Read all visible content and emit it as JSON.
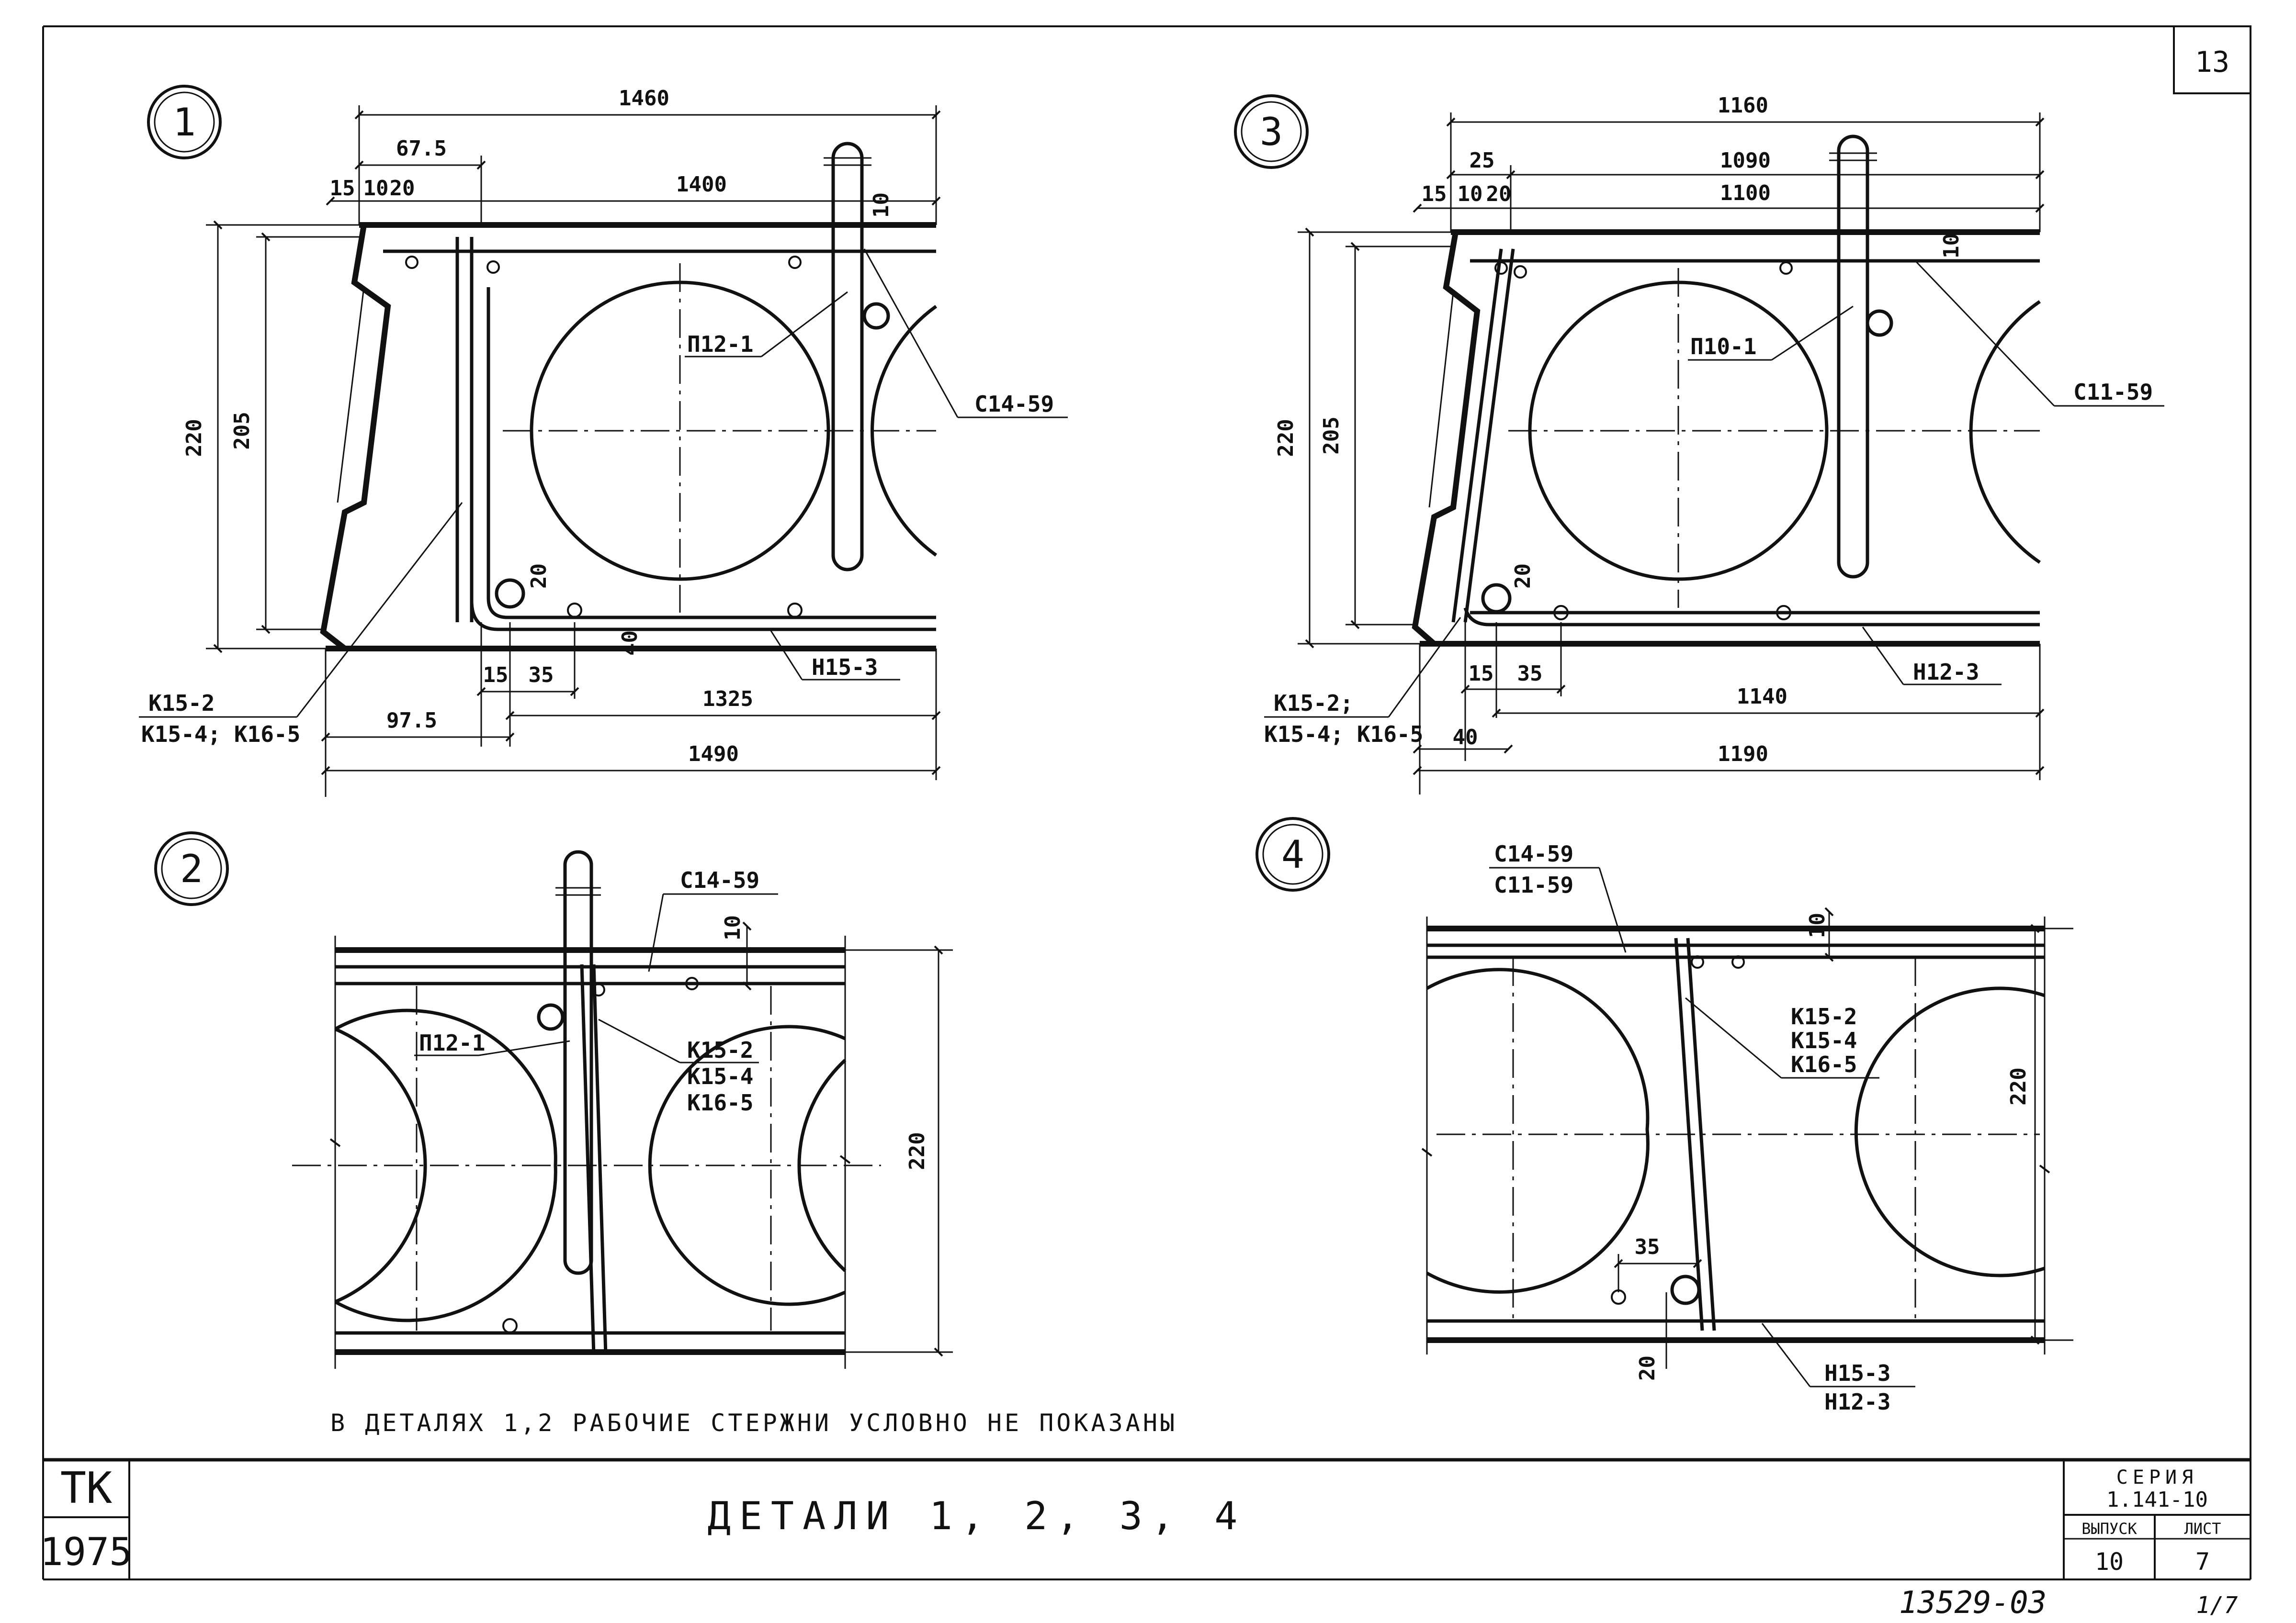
{
  "sheet": {
    "page_number": "13",
    "title": "ДЕТАЛИ 1, 2, 3, 4",
    "note": "В ДЕТАЛЯХ 1,2 РАБОЧИЕ СТЕРЖНИ УСЛОВНО НЕ ПОКАЗАНЫ",
    "org": "ТК",
    "year": "1975",
    "series_label": "СЕРИЯ",
    "series_value": "1.141-10",
    "issue_label": "ВЫПУСК",
    "issue_value": "10",
    "sheet_label": "ЛИСТ",
    "sheet_value": "7",
    "archive_no": "13529-03",
    "archive_suffix": "1/7"
  },
  "detail1": {
    "number": "1",
    "dims": {
      "d1460": "1460",
      "d675": "67.5",
      "d1400": "1400",
      "d15": "15",
      "d10": "10",
      "d20": "20",
      "d10v": "10",
      "d220": "220",
      "d205": "205",
      "d20b": "20",
      "d40": "40",
      "d15b": "15",
      "d35": "35",
      "d975": "97.5",
      "d1325": "1325",
      "d1490": "1490"
    },
    "labels": {
      "loop": "П12-1",
      "top_mesh": "С14-59",
      "bottom_mesh": "Н15-3",
      "frames1": "К15-2",
      "frames2": "К15-4; К16-5"
    }
  },
  "detail2": {
    "number": "2",
    "dims": {
      "d10": "10",
      "d220": "220"
    },
    "labels": {
      "top_mesh": "С14-59",
      "loop": "П12-1",
      "frame1": "К15-2",
      "frame2": "К15-4",
      "frame3": "К16-5"
    }
  },
  "detail3": {
    "number": "3",
    "dims": {
      "d1160": "1160",
      "d25": "25",
      "d1090": "1090",
      "d1100": "1100",
      "d15": "15",
      "d10": "10",
      "d20": "20",
      "d10v": "10",
      "d220": "220",
      "d205": "205",
      "d20b": "20",
      "d15b": "15",
      "d35": "35",
      "d40": "40",
      "d1140": "1140",
      "d1190": "1190"
    },
    "labels": {
      "loop": "П10-1",
      "top_mesh": "С11-59",
      "bottom_mesh": "Н12-3",
      "frames1": "К15-2;",
      "frames2": "К15-4; К16-5"
    }
  },
  "detail4": {
    "number": "4",
    "dims": {
      "d10": "10",
      "d220": "220",
      "d35": "35",
      "d20": "20"
    },
    "labels": {
      "top1": "С14-59",
      "top2": "С11-59",
      "frame1": "К15-2",
      "frame2": "К15-4",
      "frame3": "К16-5",
      "bot1": "Н15-3",
      "bot2": "Н12-3"
    }
  }
}
